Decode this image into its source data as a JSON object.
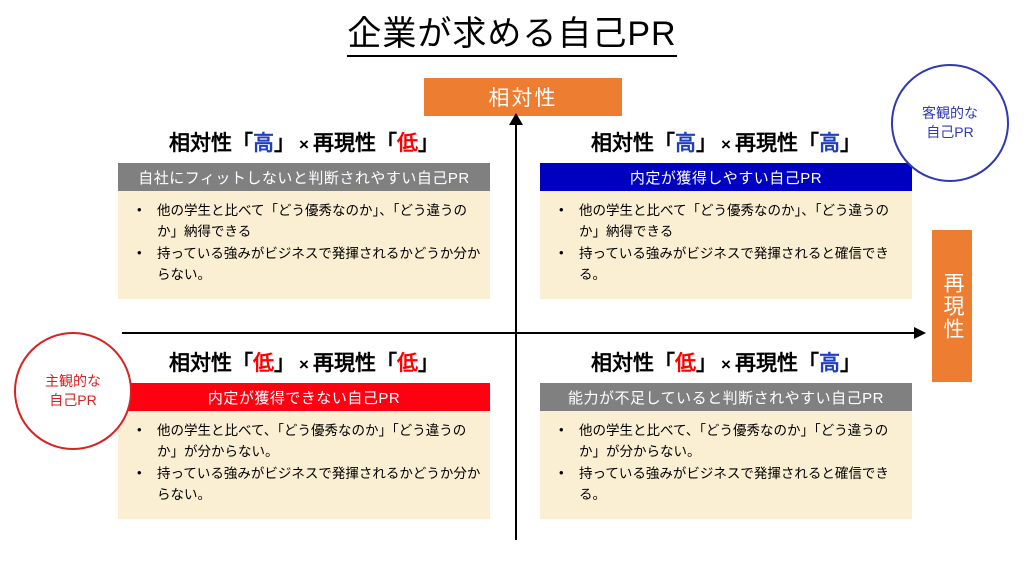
{
  "title": "企業が求める自己PR",
  "axes": {
    "vertical_label": "相対性",
    "horizontal_label": "再現性",
    "accent_color": "#ED7D31"
  },
  "callouts": {
    "objective": {
      "line1": "客観的な",
      "line2": "自己PR",
      "color": "#2F39B5"
    },
    "subjective": {
      "line1": "主観的な",
      "line2": "自己PR",
      "color": "#D92121"
    }
  },
  "labels": {
    "soutaisei": "相対性",
    "saigensei": "再現性",
    "high": "高",
    "low": "低",
    "times": "×",
    "open_quote": "「",
    "close_quote": "」"
  },
  "quadrants": {
    "top_left": {
      "banner": "自社にフィットしないと判断されやすい自己PR",
      "banner_color": "#808080",
      "bullets": [
        "他の学生と比べて「どう優秀なのか」、「どう違うのか」納得できる",
        "持っている強みがビジネスで発揮されるかどうか分からない。"
      ]
    },
    "top_right": {
      "banner": "内定が獲得しやすい自己PR",
      "banner_color": "#0000C0",
      "bullets": [
        "他の学生と比べて「どう優秀なのか」、「どう違うのか」納得できる",
        "持っている強みがビジネスで発揮されると確信できる。"
      ]
    },
    "bottom_left": {
      "banner": "内定が獲得できない自己PR",
      "banner_color": "#FF0011",
      "bullets": [
        "他の学生と比べて、「どう優秀なのか」「どう違うのか」が分からない。",
        "持っている強みがビジネスで発揮されるかどうか分からない。"
      ]
    },
    "bottom_right": {
      "banner": "能力が不足していると判断されやすい自己PR",
      "banner_color": "#808080",
      "bullets": [
        "他の学生と比べて、「どう優秀なのか」「どう違うのか」が分からない。",
        "持っている強みがビジネスで発揮されると確信できる。"
      ]
    }
  }
}
